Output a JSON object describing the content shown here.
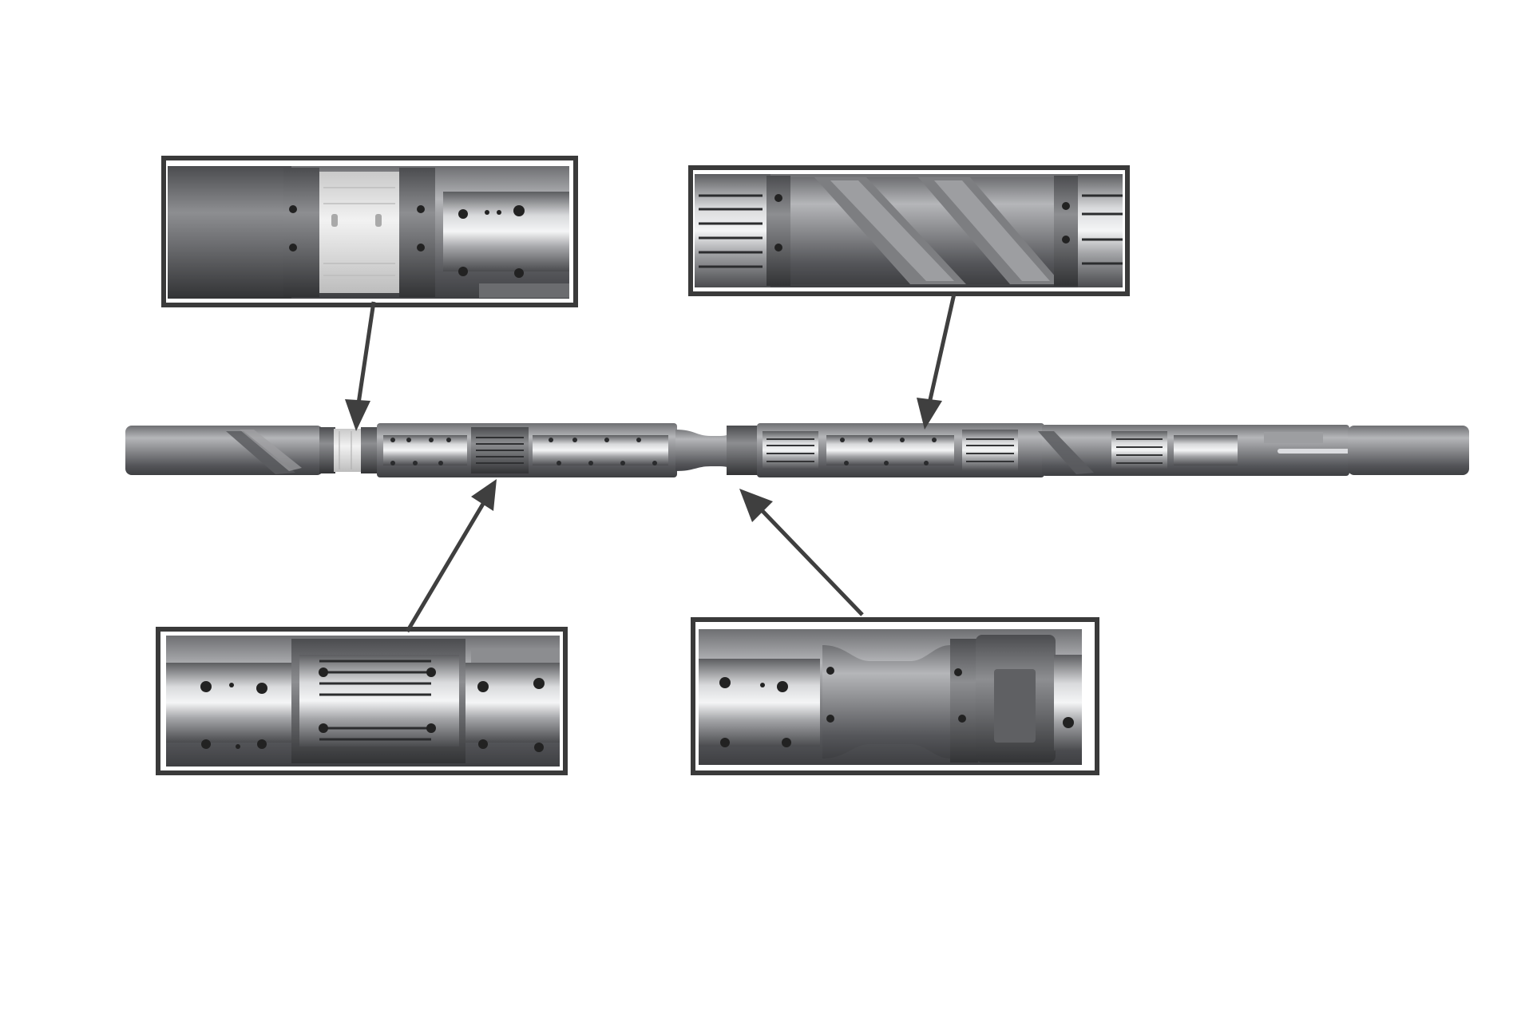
{
  "diagram": {
    "kind": "tool-string-exploded-detail",
    "colors": {
      "background": "#ffffff",
      "steel_dark": "#4a4b4d",
      "steel_mid": "#7b7c7f",
      "steel_light": "#b9babd",
      "chrome": "#e9eaec",
      "ring_white": "#e0e0e0",
      "frame": "#3c3c3c",
      "arrow": "#3f3f3f"
    },
    "callouts": [
      {
        "id": "coupling-ring",
        "icon": "coupling-ring-icon"
      },
      {
        "id": "spiral-blade-stabilizer",
        "icon": "spiral-blade-icon"
      },
      {
        "id": "slotted-centralizer",
        "icon": "slotted-sleeve-icon"
      },
      {
        "id": "neck-and-pad",
        "icon": "neck-pad-icon"
      }
    ]
  }
}
